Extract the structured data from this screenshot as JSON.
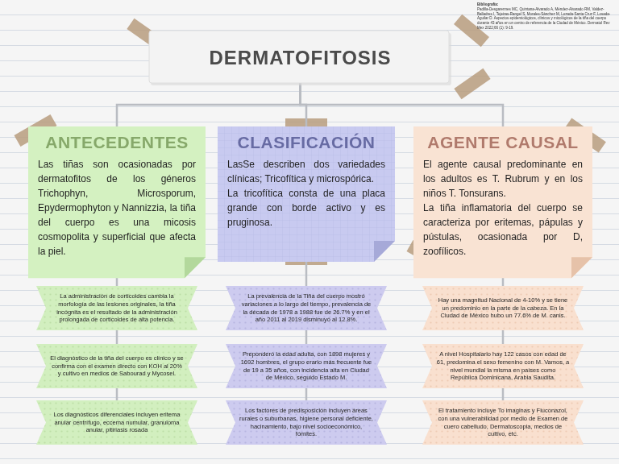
{
  "diagram": {
    "nodes": [
      {
        "text": [
          "DERMATOFITOSIS"
        ]
      },
      {
        "text": [
          "ANTECEDENTES",
          "Las tiñas son ocasionadas por dermatofitos de los géneros Trichophyn, Microsporum, Epydermophyton y Nannizzia, la tiña del cuerpo es una micosis cosmopolita y superficial que afecta la piel."
        ]
      },
      {
        "text": [
          "CLASIFICACIÓN",
          "LasSe describen dos variedades clínicas; Tricofítica y microspórica.",
          "La tricofítica consta de una placa grande con borde activo y es pruginosa."
        ]
      },
      {
        "text": [
          "AGENTE CAUSAL",
          "El agente causal predominante en los adultos es T. Rubrum y en los niños T. Tonsurans.",
          "La tiña inflamatoria del cuerpo se caracteriza por eritemas, pápulas y pústulas, ocasionada por D, zoofílicos."
        ]
      },
      {
        "text": [
          "La administración de corticoides cambia la morfología de las lesiones originales, la tiña incógnita es el resultado de la administración prolongada de corticoides de alta potencia."
        ]
      },
      {
        "text": [
          "El diagnóstico de la tiña del cuerpo es clínico y se confirma con el examen directo con KOH al 20% y cultivo en medios de Sabourad y Mycosel."
        ]
      },
      {
        "text": [
          "Los diagnósticos diferenciales incluyen eritema anular centrífugo, eccema numular, granuloma anular, pitiriasis rosada"
        ]
      },
      {
        "text": [
          "La prevalencia de la Tiña del cuerpo mostró variaciones a lo largo del tiempo, prevalencia de la década de 1978 a 1988 fue de 26.7% y en el año 2011 al 2019 disminuyó al 12.8%."
        ]
      },
      {
        "text": [
          "Preponderó la edad adulta, con 1898 mujeres y 1692 hombres, el grupo erario más frecuente fue de 19 a 35 años, con incidencia alta en Ciudad de México, seguido Estado M."
        ]
      },
      {
        "text": [
          "Los factores de predisposición incluyen áreas rurales o suburbanas, higiene personal deficiente, hacinamiento, bajo nivel socioeconómico, fómites."
        ]
      },
      {
        "text": [
          "Hay una magnitud Nacional de 4-10% y se tiene un predominio en la parte de la cabeza. En la Ciudad de México hubo un 77.6% de M. canis."
        ]
      },
      {
        "text": [
          "A nivel Hospitalario hay 122 casos con edad de 61, predomina el sexo femenino con M. Vamos, a nivel mundial la misma en países como República Dominicana, Arabia Saudita."
        ]
      },
      {
        "text": [
          "El tratamiento incluye To imaginas y Fluconazol, con una vulnerabilidad por medio de Examen de cuero cabelludo, Dermatoscopia, medios de cultivo, etc."
        ]
      }
    ],
    "edges": [
      {
        "from": 0,
        "to": 1,
        "arrow": "none"
      },
      {
        "from": 0,
        "to": 2,
        "arrow": "none"
      },
      {
        "from": 0,
        "to": 3,
        "arrow": "none"
      },
      {
        "from": 1,
        "to": 4,
        "arrow": "none"
      },
      {
        "from": 4,
        "to": 5,
        "arrow": "none"
      },
      {
        "from": 5,
        "to": 6,
        "arrow": "none"
      },
      {
        "from": 2,
        "to": 7,
        "arrow": "none"
      },
      {
        "from": 7,
        "to": 8,
        "arrow": "none"
      },
      {
        "from": 8,
        "to": 9,
        "arrow": "none"
      },
      {
        "from": 3,
        "to": 10,
        "arrow": "none"
      },
      {
        "from": 10,
        "to": 11,
        "arrow": "none"
      },
      {
        "from": 11,
        "to": 12,
        "arrow": "none"
      }
    ],
    "labels": [
      "Bibliografía:",
      "Padilla-Desgarennes MC, Quintana-Alvarado A, Méndez-Alvarado RM, Valdez-Balladres I, Tejeiras-Rangel S, Morales-Sánchez M, Lozada-Santa Cruz F, Losada-Aguilar D. Aspectos epidemiológicos, clínicos y micológicos de la tiña del cuerpo durante 43 años en un centro de referencia de la Ciudad de México. Dermatol Rev Mex 2022;66 (1): 9-19."
    ]
  }
}
